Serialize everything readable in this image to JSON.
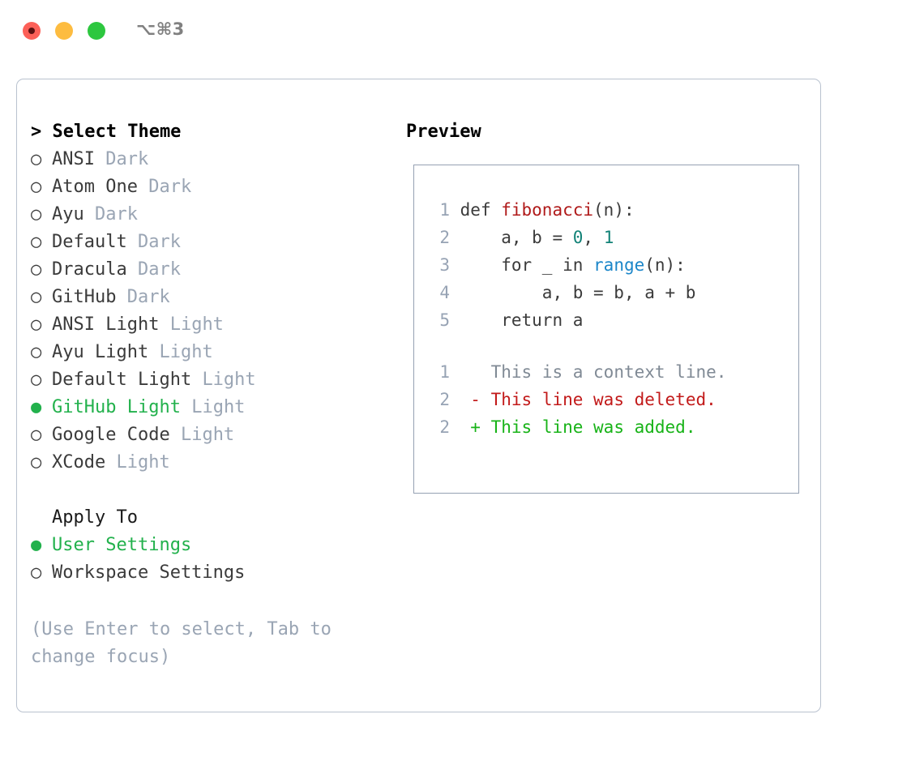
{
  "window": {
    "shortcut_label": "⌥⌘3",
    "traffic_lights": {
      "close": "close-button",
      "minimize": "minimize-button",
      "maximize": "maximize-button"
    }
  },
  "theme_picker": {
    "header": "> Select Theme",
    "bullet_selected": "●",
    "bullet_unselected": "○",
    "items": [
      {
        "name": "ANSI",
        "variant": "Dark",
        "selected": false
      },
      {
        "name": "Atom One",
        "variant": "Dark",
        "selected": false
      },
      {
        "name": "Ayu",
        "variant": "Dark",
        "selected": false
      },
      {
        "name": "Default",
        "variant": "Dark",
        "selected": false
      },
      {
        "name": "Dracula",
        "variant": "Dark",
        "selected": false
      },
      {
        "name": "GitHub",
        "variant": "Dark",
        "selected": false
      },
      {
        "name": "ANSI Light",
        "variant": "Light",
        "selected": false
      },
      {
        "name": "Ayu Light",
        "variant": "Light",
        "selected": false
      },
      {
        "name": "Default Light",
        "variant": "Light",
        "selected": false
      },
      {
        "name": "GitHub Light",
        "variant": "Light",
        "selected": true
      },
      {
        "name": "Google Code",
        "variant": "Light",
        "selected": false
      },
      {
        "name": "XCode",
        "variant": "Light",
        "selected": false
      }
    ]
  },
  "apply_to": {
    "heading": "Apply To",
    "items": [
      {
        "name": "User Settings",
        "selected": true
      },
      {
        "name": "Workspace Settings",
        "selected": false
      }
    ]
  },
  "hint": "(Use Enter to select, Tab to change focus)",
  "preview": {
    "heading": "Preview",
    "code_lines": [
      {
        "lineno": "1",
        "tokens": [
          {
            "text": "def ",
            "type": "plain"
          },
          {
            "text": "fibonacci",
            "type": "func"
          },
          {
            "text": "(n):",
            "type": "plain"
          }
        ]
      },
      {
        "lineno": "2",
        "tokens": [
          {
            "text": "    a, b = ",
            "type": "plain"
          },
          {
            "text": "0",
            "type": "num"
          },
          {
            "text": ", ",
            "type": "plain"
          },
          {
            "text": "1",
            "type": "num"
          }
        ]
      },
      {
        "lineno": "3",
        "tokens": [
          {
            "text": "    for _ in ",
            "type": "plain"
          },
          {
            "text": "range",
            "type": "call"
          },
          {
            "text": "(n):",
            "type": "plain"
          }
        ]
      },
      {
        "lineno": "4",
        "tokens": [
          {
            "text": "        a, b = b, a + b",
            "type": "plain"
          }
        ]
      },
      {
        "lineno": "5",
        "tokens": [
          {
            "text": "    return a",
            "type": "plain"
          }
        ]
      }
    ],
    "diff_lines": [
      {
        "lineno": "1",
        "sign": " ",
        "text": "This is a context line.",
        "kind": "context"
      },
      {
        "lineno": "2",
        "sign": "-",
        "text": "This line was deleted.",
        "kind": "del"
      },
      {
        "lineno": "2",
        "sign": "+",
        "text": "This line was added.",
        "kind": "add"
      }
    ]
  },
  "colors": {
    "accent_green": "#22b14c",
    "muted": "#9aa5b4",
    "panel_border": "#b9c2cf",
    "preview_border": "#95a1b2",
    "diff_add": "#18b318",
    "diff_del": "#c21a1a",
    "token_func": "#b01a1a",
    "token_num": "#128277",
    "token_call": "#1b86c9"
  }
}
